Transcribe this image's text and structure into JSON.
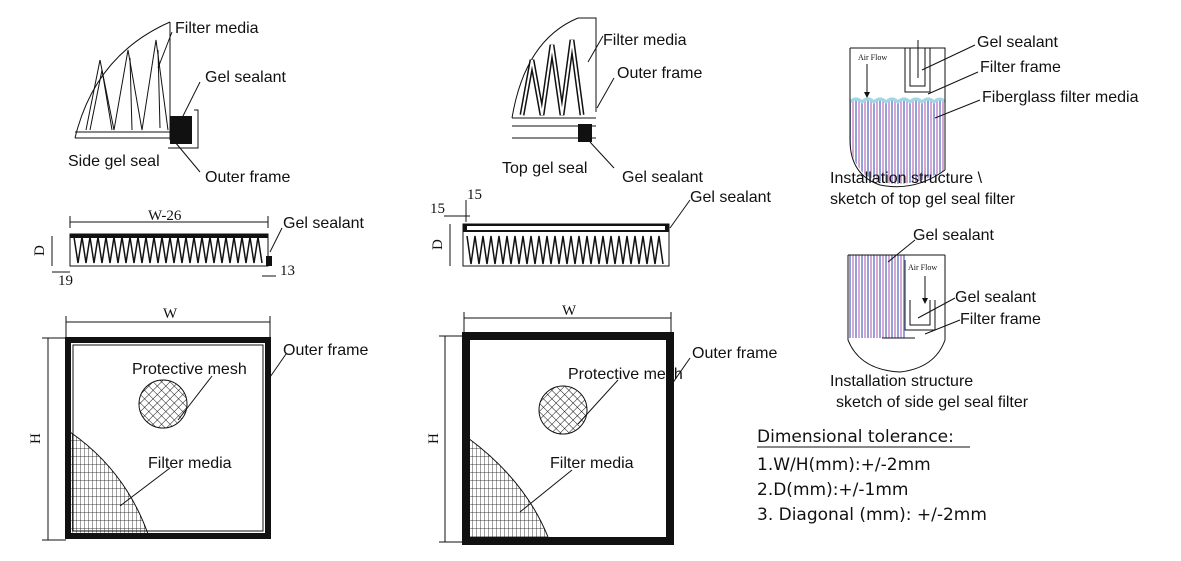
{
  "labels": {
    "d1_filter_media": "Filter media",
    "d1_gel_sealant": "Gel sealant",
    "d1_side_gel_seal": "Side gel seal",
    "d1_outer_frame": "Outer frame",
    "d2_filter_media": "Filter media",
    "d2_outer_frame": "Outer frame",
    "d2_top_gel_seal": "Top gel seal",
    "d2_gel_sealant": "Gel sealant",
    "d3_gel_sealant": "Gel sealant",
    "d3_filter_frame": "Filter frame",
    "d3_fiberglass": "Fiberglass filter media",
    "d3_air_flow": "Air Flow",
    "d3_caption1": "Installation structure \\",
    "d3_caption2": "sketch of top gel seal filter",
    "d4_gel_sealant_top": "Gel sealant",
    "d4_air_flow": "Air Flow",
    "d4_gel_sealant": "Gel sealant",
    "d4_filter_frame": "Filter frame",
    "d4_caption1": "Installation structure",
    "d4_caption2": "sketch of side gel seal filter",
    "s1_w26": "W-26",
    "s1_gel_sealant": "Gel sealant",
    "s1_d": "D",
    "s1_19": "19",
    "s1_13": "13",
    "s2_15a": "15",
    "s2_15b": "15",
    "s2_gel_sealant": "Gel sealant",
    "s2_d": "D",
    "f1_w": "W",
    "f1_h": "H",
    "f1_outer_frame": "Outer frame",
    "f1_protective_mesh": "Protective mesh",
    "f1_filter_media": "Filter media",
    "f2_w": "W",
    "f2_h": "H",
    "f2_outer_frame": "Outer frame",
    "f2_protective_mesh": "Protective mesh",
    "f2_filter_media": "Filter media"
  },
  "tolerance": {
    "title": "Dimensional tolerance:",
    "line1": "1.W/H(mm):+/-2mm",
    "line2": "2.D(mm):+/-1mm",
    "line3": "3. Diagonal (mm): +/-2mm"
  },
  "colors": {
    "fiberglass_stripe_a": "#d9a7d4",
    "fiberglass_stripe_b": "#8fa3d9",
    "sealant_wave": "#9fd7e6"
  }
}
